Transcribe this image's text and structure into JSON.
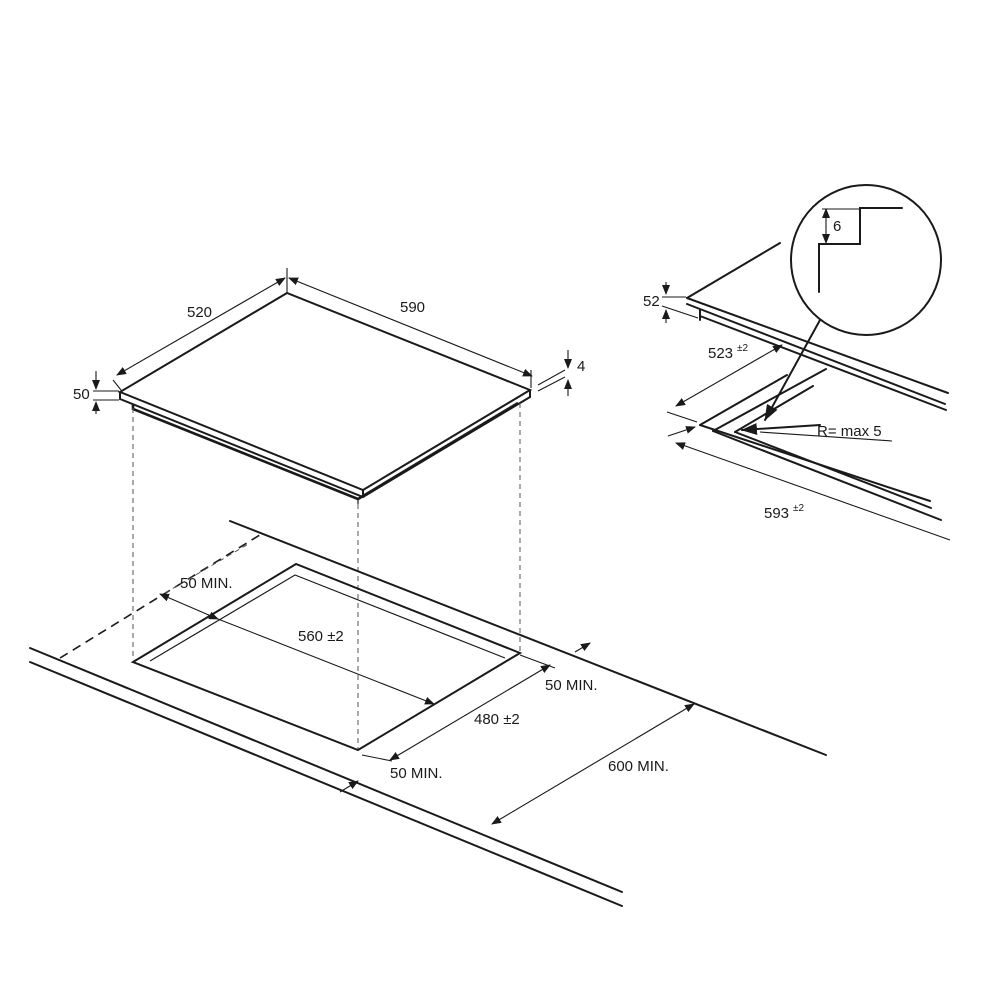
{
  "hob": {
    "width_label": "590",
    "depth_label": "520",
    "height_label": "50",
    "glass_label": "4"
  },
  "cutout": {
    "width_label": "560 ±2",
    "depth_label": "480 ±2",
    "rear_clearance_label": "50 MIN.",
    "side_clearance_label": "50 MIN.",
    "front_clearance_label": "50 MIN.",
    "worktop_depth_label": "600 MIN."
  },
  "flush_detail": {
    "height_label": "52",
    "depth_label": "523",
    "depth_tolerance": "±2",
    "width_label": "593",
    "width_tolerance": "±2",
    "radius_label": "R= max 5",
    "step_label": "6"
  }
}
